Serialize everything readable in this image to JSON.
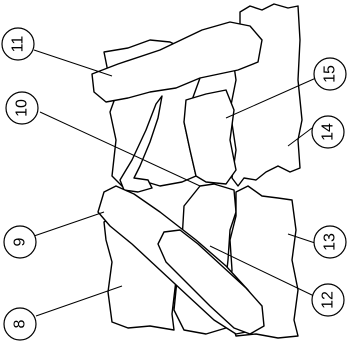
{
  "diagram": {
    "callouts": {
      "c8": "8",
      "c9": "9",
      "c10": "10",
      "c11": "11",
      "c12": "12",
      "c13": "13",
      "c14": "14",
      "c15": "15"
    }
  }
}
